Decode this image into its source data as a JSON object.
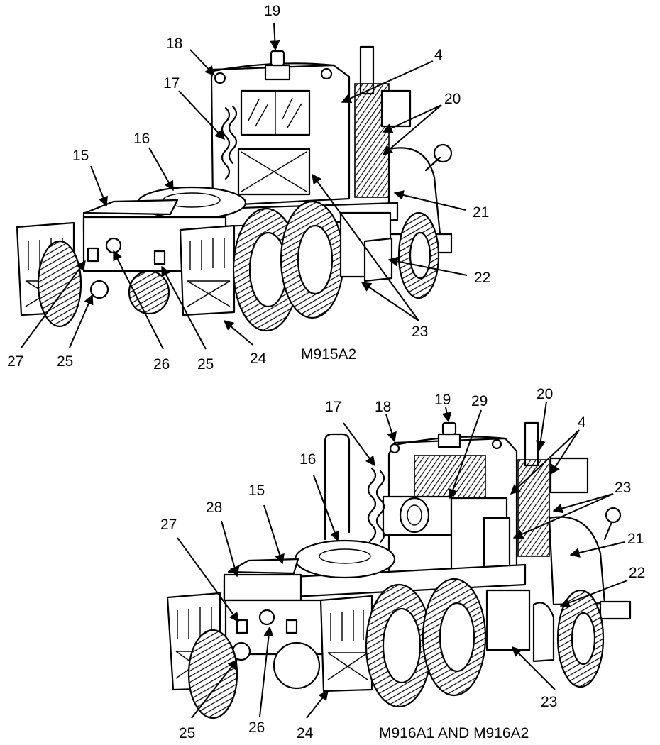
{
  "figure": {
    "top": {
      "caption": "M915A2",
      "callouts": [
        {
          "id": "c19",
          "text": "19"
        },
        {
          "id": "c18",
          "text": "18"
        },
        {
          "id": "c4",
          "text": "4"
        },
        {
          "id": "c17",
          "text": "17"
        },
        {
          "id": "c20",
          "text": "20"
        },
        {
          "id": "c16",
          "text": "16"
        },
        {
          "id": "c15",
          "text": "15"
        },
        {
          "id": "c21",
          "text": "21"
        },
        {
          "id": "c22",
          "text": "22"
        },
        {
          "id": "c23",
          "text": "23"
        },
        {
          "id": "c27",
          "text": "27"
        },
        {
          "id": "c25a",
          "text": "25"
        },
        {
          "id": "c26",
          "text": "26"
        },
        {
          "id": "c25b",
          "text": "25"
        },
        {
          "id": "c24",
          "text": "24"
        }
      ]
    },
    "bottom": {
      "caption": "M916A1 AND M916A2",
      "callouts": [
        {
          "id": "d18",
          "text": "18"
        },
        {
          "id": "d19",
          "text": "19"
        },
        {
          "id": "d20",
          "text": "20"
        },
        {
          "id": "d17",
          "text": "17"
        },
        {
          "id": "d29",
          "text": "29"
        },
        {
          "id": "d4",
          "text": "4"
        },
        {
          "id": "d16",
          "text": "16"
        },
        {
          "id": "d15",
          "text": "15"
        },
        {
          "id": "d23a",
          "text": "23"
        },
        {
          "id": "d28",
          "text": "28"
        },
        {
          "id": "d27",
          "text": "27"
        },
        {
          "id": "d21",
          "text": "21"
        },
        {
          "id": "d22",
          "text": "22"
        },
        {
          "id": "d23b",
          "text": "23"
        },
        {
          "id": "d25",
          "text": "25"
        },
        {
          "id": "d26",
          "text": "26"
        },
        {
          "id": "d24",
          "text": "24"
        }
      ]
    }
  }
}
